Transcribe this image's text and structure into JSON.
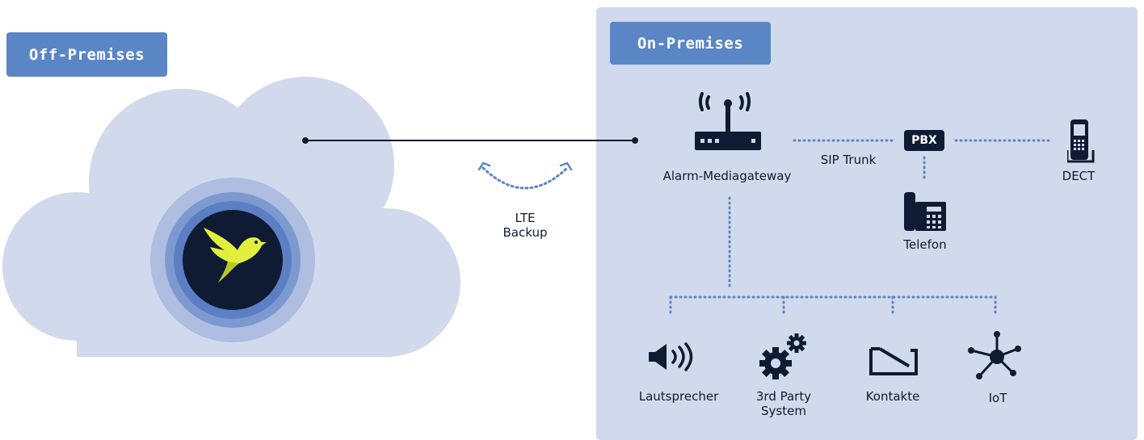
{
  "off_premises": {
    "label": "Off-Premises"
  },
  "on_premises": {
    "label": "On-Premises"
  },
  "connection": {
    "lte_line1": "LTE",
    "lte_line2": "Backup"
  },
  "gateway": {
    "label": "Alarm-Mediagateway"
  },
  "sip": {
    "label": "SIP Trunk"
  },
  "pbx": {
    "label": "PBX"
  },
  "dect": {
    "label": "DECT"
  },
  "telefon": {
    "label": "Telefon"
  },
  "devices": {
    "lautsprecher": "Lautsprecher",
    "third_party_line1": "3rd Party",
    "third_party_line2": "System",
    "kontakte": "Kontakte",
    "iot": "IoT"
  },
  "colors": {
    "navy": "#0e1b33",
    "accent_blue": "#5b86c6",
    "panel_bg": "#d1d9ec",
    "cloud": "#d1d9ec",
    "ring_outer": "#aebde0",
    "ring_mid": "#7d9ad0",
    "ring_inner": "#5c7fc4",
    "bird": "#e3ef3d"
  }
}
